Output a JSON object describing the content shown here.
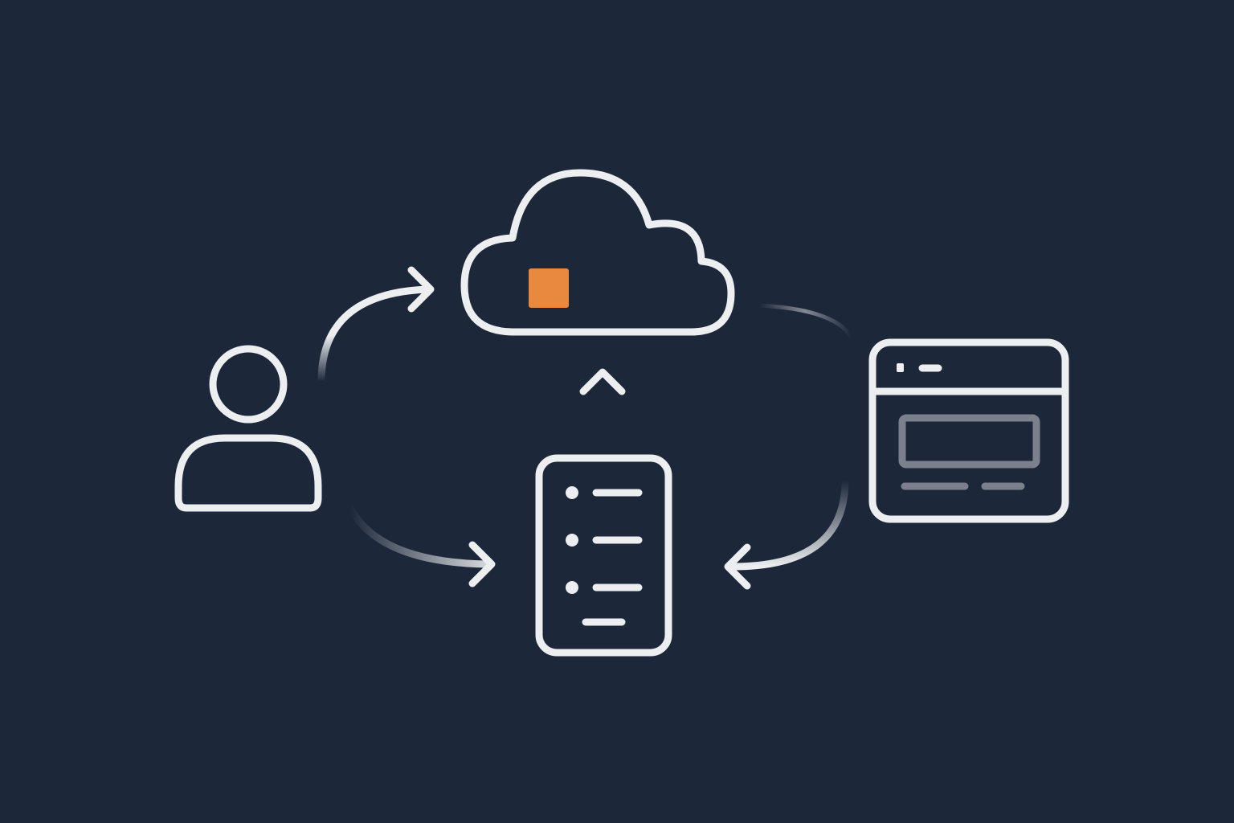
{
  "colors": {
    "background": "#1c273a",
    "stroke": "#eceef0",
    "accent": "#e8893f",
    "muted": "#7b808c"
  },
  "nodes": [
    {
      "id": "user",
      "icon": "user-icon"
    },
    {
      "id": "cloud",
      "icon": "cloud-icon"
    },
    {
      "id": "server",
      "icon": "server-icon"
    },
    {
      "id": "browser",
      "icon": "browser-window-icon"
    }
  ],
  "edges": [
    {
      "from": "user",
      "to": "cloud"
    },
    {
      "from": "user",
      "to": "server"
    },
    {
      "from": "server",
      "to": "cloud"
    },
    {
      "from": "cloud",
      "to": "browser"
    },
    {
      "from": "browser",
      "to": "server"
    }
  ]
}
